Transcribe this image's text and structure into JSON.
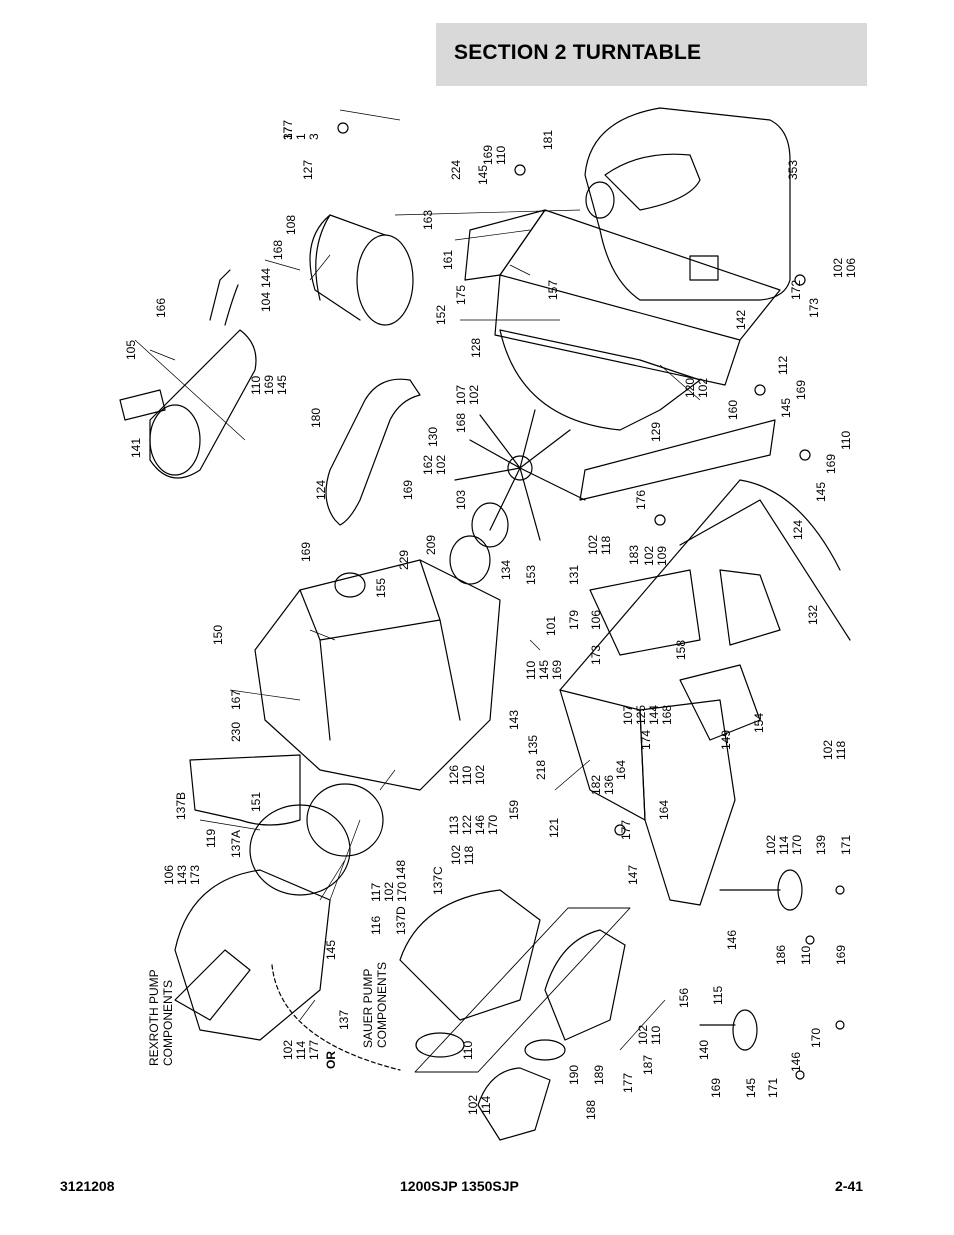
{
  "header": {
    "section_title": "SECTION 2   TURNTABLE"
  },
  "footer": {
    "doc_number": "3121208",
    "models": "1200SJP 1350SJP",
    "page": "2-41"
  },
  "diagram": {
    "or_label": "OR",
    "rexroth_label_line1": "REXROTH PUMP",
    "rexroth_label_line2": "COMPONENTS",
    "sauer_label_line1": "SAUER PUMP",
    "sauer_label_line2": "COMPONENTS",
    "callouts": [
      "37\n1\n3",
      "127",
      "224",
      "108",
      "168",
      "144",
      "104",
      "166",
      "105",
      "110\n169\n145",
      "141",
      "181",
      "353",
      "169\n110",
      "145",
      "163",
      "161",
      "175",
      "157",
      "152",
      "128",
      "102\n106",
      "173",
      "172",
      "142",
      "112",
      "145",
      "169",
      "120\n102",
      "180",
      "124",
      "107\n102",
      "168",
      "129",
      "160",
      "110",
      "169",
      "145",
      "130",
      "162\n102",
      "169",
      "103",
      "124",
      "176",
      "153",
      "131",
      "102\n118",
      "183",
      "102\n109",
      "169",
      "229",
      "209",
      "155",
      "134",
      "132",
      "150",
      "101",
      "179",
      "106",
      "173",
      "158",
      "154",
      "149",
      "102\n118",
      "110\n145\n169",
      "135",
      "107\n125\n144\n168",
      "174",
      "143",
      "167",
      "230",
      "218",
      "126\n110\n102",
      "164",
      "182\n136",
      "159",
      "121",
      "164",
      "151",
      "137B",
      "119",
      "137A",
      "148",
      "113\n122\n146\n170",
      "102\n118",
      "177",
      "147",
      "106\n143\n173",
      "117\n102\n170",
      "137C",
      "102\n114",
      "170",
      "139",
      "171",
      "146",
      "116",
      "137D",
      "186",
      "110",
      "169",
      "145",
      "137",
      "102\n114\n177",
      "156",
      "115",
      "140",
      "170",
      "146",
      "171",
      "145",
      "169",
      "110",
      "190",
      "189",
      "177",
      "187",
      "102\n114",
      "188",
      "102\n110",
      "177"
    ]
  }
}
